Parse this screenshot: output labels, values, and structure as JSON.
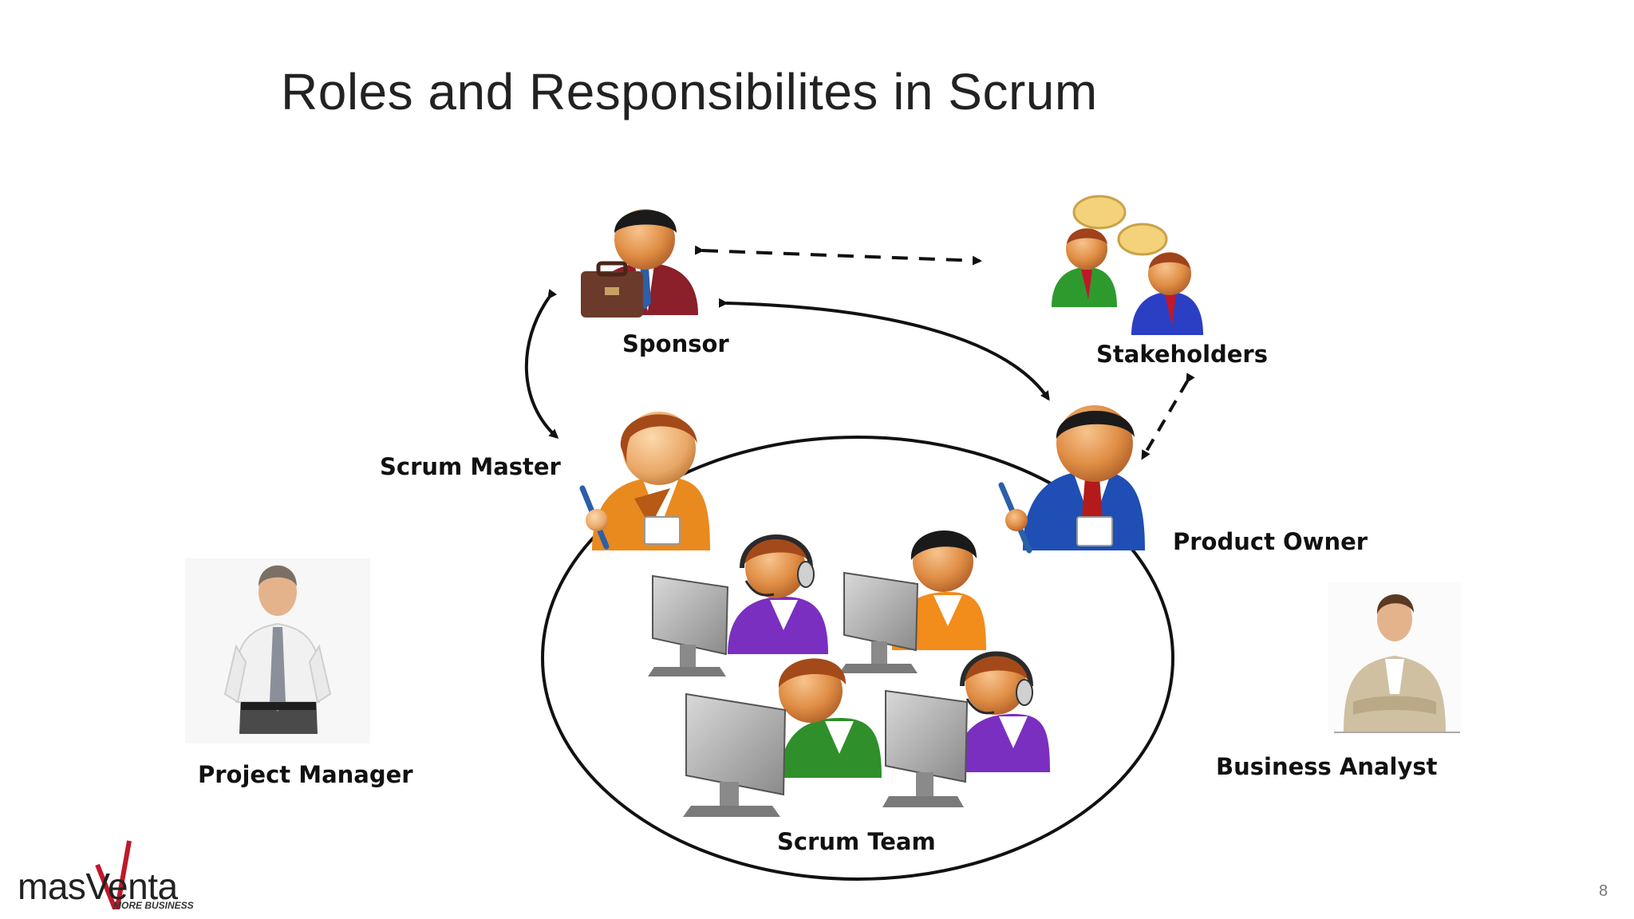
{
  "slide": {
    "title": "Roles and Responsibilites in Scrum",
    "page_number": "8"
  },
  "roles": {
    "sponsor": "Sponsor",
    "stakeholders": "Stakeholders",
    "scrum_master": "Scrum Master",
    "product_owner": "Product Owner",
    "project_manager": "Project Manager",
    "business_analyst": "Business Analyst",
    "scrum_team": "Scrum Team"
  },
  "logo": {
    "brand": "masVenta",
    "tagline": "MORE BUSINESS"
  },
  "icons": [
    "sponsor-icon",
    "stakeholders-icon",
    "scrum-master-icon",
    "product-owner-icon",
    "team-member-icon",
    "computer-icon",
    "headset-icon",
    "briefcase-icon",
    "speech-bubble-icon",
    "project-manager-photo",
    "business-analyst-photo"
  ],
  "colors": {
    "sponsor_suit": "#8b1f2a",
    "scrum_master_shirt": "#e88a1e",
    "product_owner_suit": "#1f4fb5",
    "team_purple": "#7a2fc0",
    "team_orange": "#f28c1a",
    "team_green": "#2f8f2a",
    "stakeholder_green": "#2e9a2e",
    "stakeholder_blue": "#2b3fc4",
    "brand_red": "#c0182a"
  }
}
